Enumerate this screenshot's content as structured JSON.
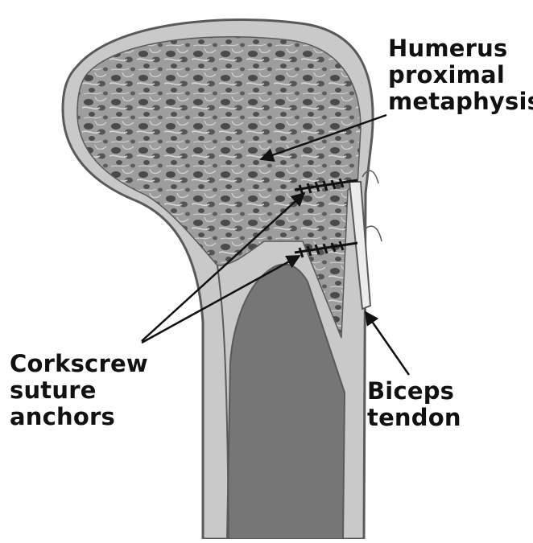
{
  "labels": {
    "humerus": [
      "Humerus",
      "proximal",
      "metaphysis"
    ],
    "anchors": [
      "Corkscrew",
      "suture",
      "anchors"
    ],
    "biceps": [
      "Biceps",
      "tendon"
    ]
  },
  "colors": {
    "background": "#ffffff",
    "cortex": "#c9c9c9",
    "cortex_outline": "#5a5a5a",
    "cancellous_bone": "#9d9d9d",
    "trabecular_pores": "#4a4a4a",
    "medullary_canal": "#767676",
    "tendon": "#ececec",
    "anchor_thread": "#111111",
    "label_text": "#111111"
  },
  "icons": {
    "anchor": "corkscrew-suture-anchor",
    "tendon": "biceps-tendon-strip"
  }
}
